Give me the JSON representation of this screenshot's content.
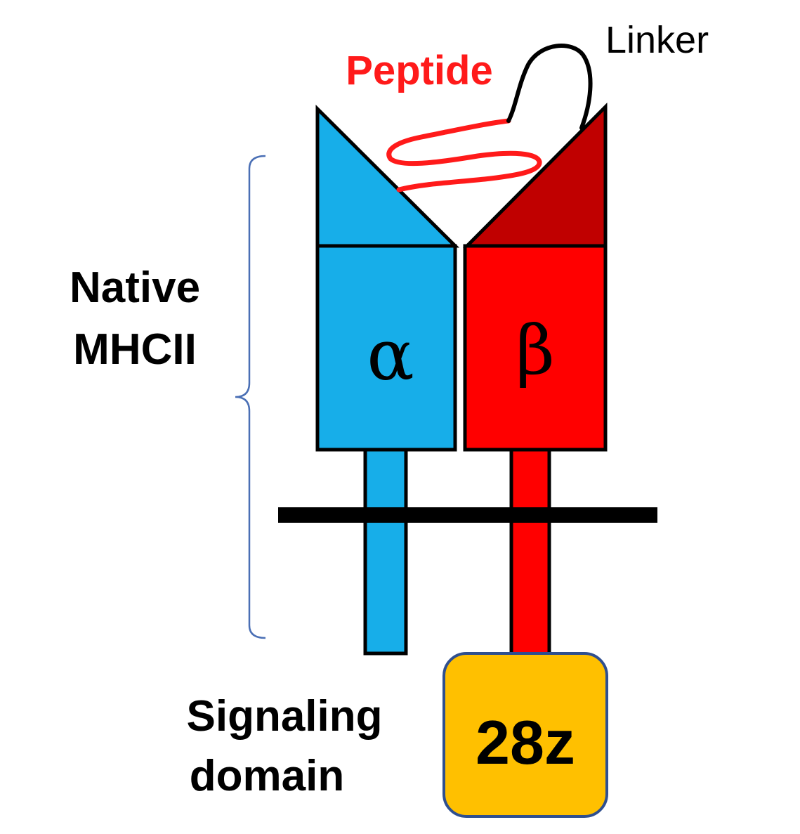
{
  "labels": {
    "peptide": "Peptide",
    "linker": "Linker",
    "native_line1": "Native",
    "native_line2": "MHCII",
    "alpha": "α",
    "beta": "β",
    "signaling_line1": "Signaling",
    "signaling_line2": "domain",
    "signal_box": "28z"
  },
  "colors": {
    "alpha_chain": "#17aee9",
    "beta_chain": "#ff0000",
    "beta_top": "#c00000",
    "peptide": "#ff1a1a",
    "signal_box": "#ffc000",
    "signal_box_border": "#2f4f8f",
    "bracket": "#4a6fb5",
    "membrane": "#000000"
  }
}
